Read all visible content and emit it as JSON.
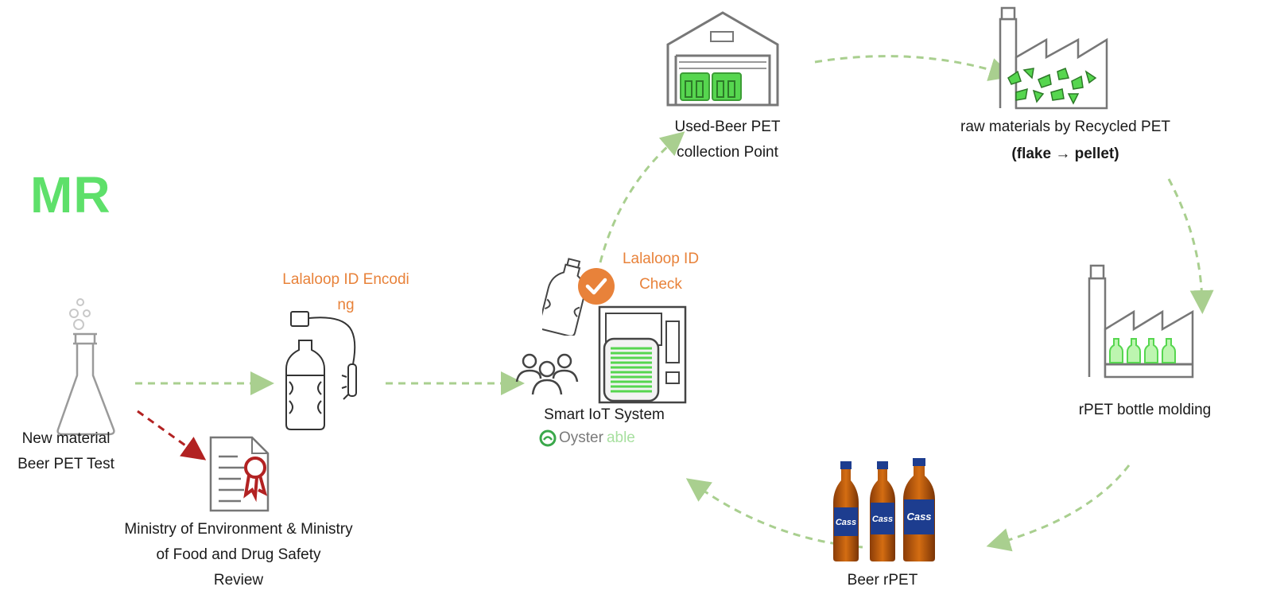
{
  "title": "MR",
  "labels": {
    "test": [
      "New material",
      "Beer PET Test"
    ],
    "ministry": [
      "Ministry of Environment & Ministry",
      "of Food and Drug Safety",
      "Review"
    ],
    "encoding": [
      "Lalaloop ID Encodi",
      "ng"
    ],
    "check": [
      "Lalaloop ID",
      "Check"
    ],
    "iot": "Smart IoT System",
    "oyster": "Oyster",
    "oyster_suffix": "able",
    "collection": [
      "Used-Beer PET",
      "collection Point"
    ],
    "raw": "raw materials by Recycled PET",
    "raw_sub": "(flake → pellet)",
    "molding": "rPET bottle molding",
    "beer": "Beer rPET",
    "brand": "Cass"
  },
  "icons": {
    "flask": "flask-icon",
    "certificate": "certificate-icon",
    "bottle_sensor": "bottle-sensor-icon",
    "bottle_check": "bottle-check-icon",
    "people": "people-icon",
    "vending": "vending-machine-icon",
    "warehouse": "warehouse-icon",
    "factory_flakes": "factory-flakes-icon",
    "factory_bottles": "factory-bottles-icon",
    "beer_bottles": "beer-bottles-icon"
  },
  "colors": {
    "title": "#5ee06a",
    "accent_orange": "#e8823a",
    "arrow_green": "#a9cf8f",
    "arrow_red": "#b22222",
    "icon_green": "#56d64f"
  }
}
